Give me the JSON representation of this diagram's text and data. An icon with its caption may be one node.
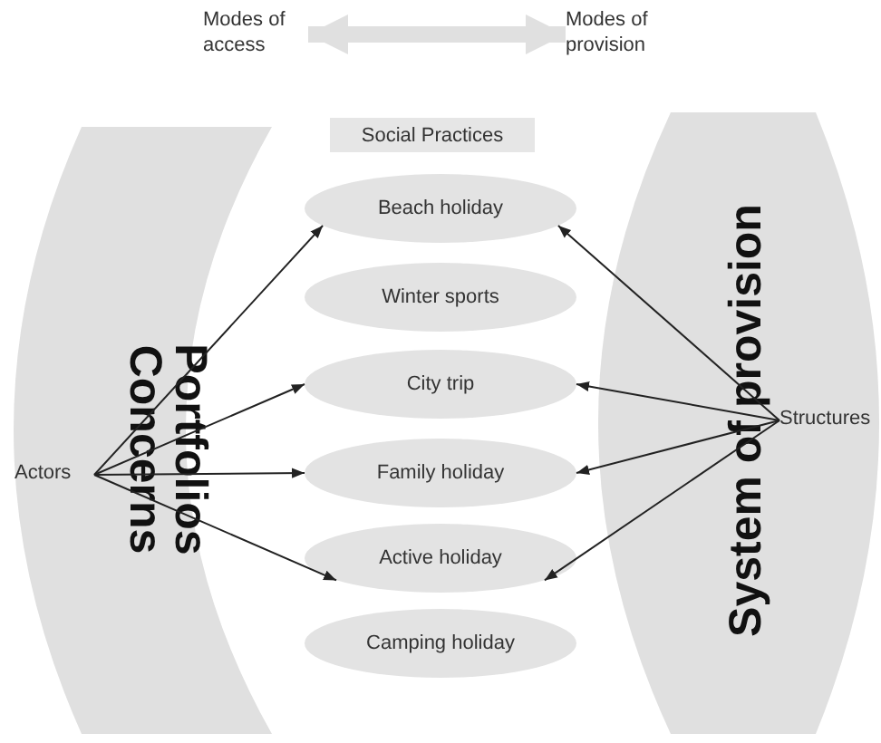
{
  "diagram": {
    "nodes": [
      {
        "text": [
          "Modes of access"
        ]
      },
      {
        "text": [
          "Modes of provision"
        ]
      },
      {
        "text": [
          "Social Practices"
        ]
      },
      {
        "text": [
          "Beach holiday"
        ]
      },
      {
        "text": [
          "Winter sports"
        ]
      },
      {
        "text": [
          "City trip"
        ]
      },
      {
        "text": [
          "Family holiday"
        ]
      },
      {
        "text": [
          "Active holiday"
        ]
      },
      {
        "text": [
          "Camping holiday"
        ]
      },
      {
        "text": [
          "Portfolios Concerns"
        ]
      },
      {
        "text": [
          "System of provision"
        ]
      },
      {
        "text": [
          "Actors"
        ],
        "in": 9
      },
      {
        "text": [
          "Structures"
        ],
        "in": 10
      }
    ],
    "edges": [
      {
        "from": 0,
        "to": 1,
        "arrow": "both",
        "style": "thick",
        "color": "#e0e0e0"
      },
      {
        "from": 11,
        "to": 3,
        "arrow": "to"
      },
      {
        "from": 11,
        "to": 5,
        "arrow": "to"
      },
      {
        "from": 11,
        "to": 6,
        "arrow": "to"
      },
      {
        "from": 11,
        "to": 7,
        "arrow": "to"
      },
      {
        "from": 12,
        "to": 3,
        "arrow": "to"
      },
      {
        "from": 12,
        "to": 5,
        "arrow": "to"
      },
      {
        "from": 12,
        "to": 6,
        "arrow": "to"
      },
      {
        "from": 12,
        "to": 7,
        "arrow": "to"
      }
    ]
  }
}
